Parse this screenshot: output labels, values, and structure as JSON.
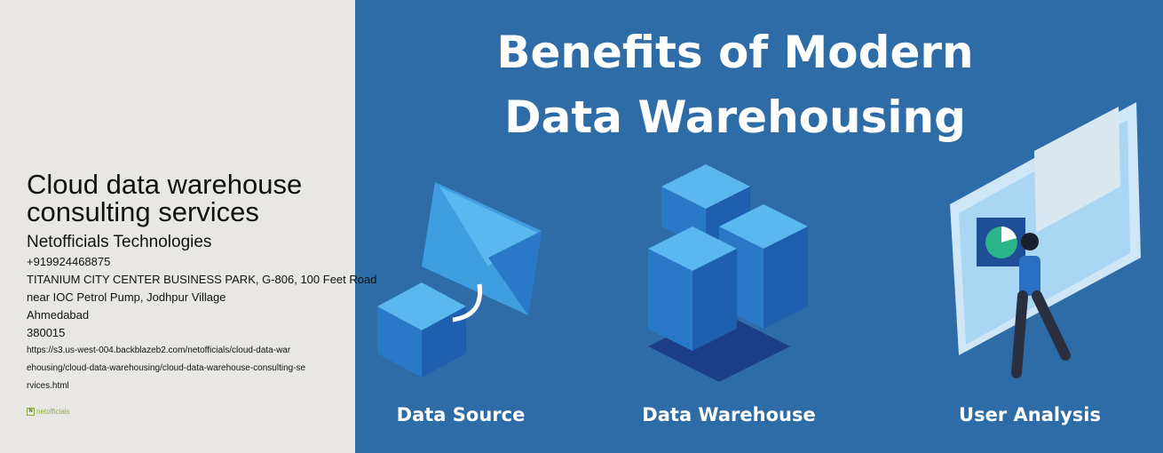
{
  "listing": {
    "title_line1": "Cloud data warehouse",
    "title_line2": "consulting services",
    "company": "Netofficials Technologies",
    "phone": "+919924468875",
    "address_line1": "TITANIUM CITY CENTER BUSINESS PARK, G-806, 100 Feet Road",
    "address_line2": "near IOC Petrol Pump, Jodhpur Village",
    "city": "Ahmedabad",
    "postal_code": "380015",
    "url_line1": "https://s3.us-west-004.backblazeb2.com/netofficials/cloud-data-war",
    "url_line2": "ehousing/cloud-data-warehousing/cloud-data-warehouse-consulting-se",
    "url_line3": "rvices.html",
    "logo_text": "netofficials",
    "logo_mark": "N"
  },
  "hero": {
    "title_line1": "Benefits of Modern",
    "title_line2": "Data Warehousing",
    "captions": [
      "Data Source",
      "Data Warehouse",
      "User Analysis"
    ],
    "colors": {
      "background": "#2e6ca7",
      "light": "#5bb8ee",
      "dark": "#1e4f96"
    }
  }
}
